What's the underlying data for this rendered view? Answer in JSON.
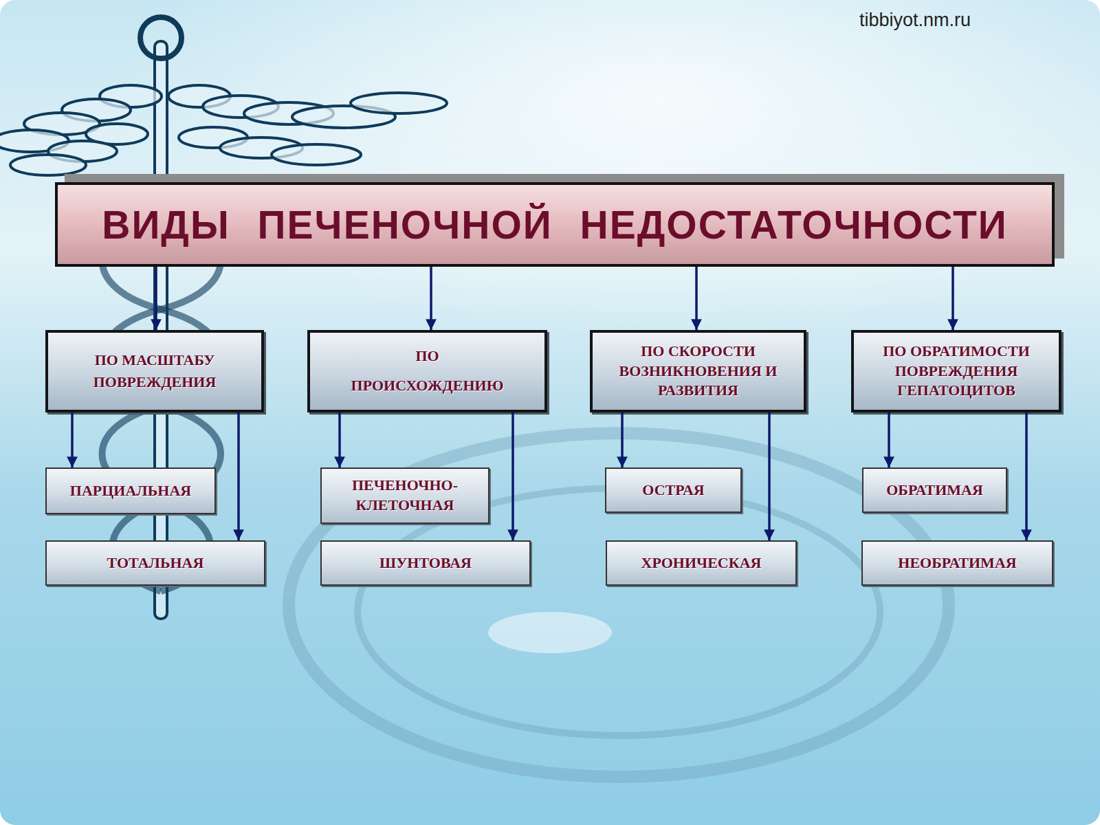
{
  "diagram": {
    "nodes": [
      {
        "text": [
          "ВИДЫ ПЕЧЕНОЧНОЙ НЕДОСТАТОЧНОСТИ"
        ]
      },
      {
        "text": [
          "ПО МАСШТАБУ ПОВРЕЖДЕНИЯ"
        ]
      },
      {
        "text": [
          "ПО ПРОИСХОЖДЕНИЮ"
        ]
      },
      {
        "text": [
          "ПО СКОРОСТИ ВОЗНИКНОВЕНИЯ И РАЗВИТИЯ"
        ]
      },
      {
        "text": [
          "ПО ОБРАТИМОСТИ ПОВРЕЖДЕНИЯ ГЕПАТОЦИТОВ"
        ]
      },
      {
        "text": [
          "ПАРЦИАЛЬНАЯ"
        ]
      },
      {
        "text": [
          "ПЕЧЕНОЧНО- КЛЕТОЧНАЯ"
        ]
      },
      {
        "text": [
          "ОСТРАЯ"
        ]
      },
      {
        "text": [
          "ОБРАТИМАЯ"
        ]
      },
      {
        "text": [
          "ТОТАЛЬНАЯ"
        ]
      },
      {
        "text": [
          "ШУНТОВАЯ"
        ]
      },
      {
        "text": [
          "ХРОНИЧЕСКАЯ"
        ]
      },
      {
        "text": [
          "НЕОБРАТИМАЯ"
        ]
      }
    ],
    "edges": [
      {
        "from": 0,
        "to": 1,
        "arrow": "to"
      },
      {
        "from": 0,
        "to": 2,
        "arrow": "to"
      },
      {
        "from": 0,
        "to": 3,
        "arrow": "to"
      },
      {
        "from": 0,
        "to": 4,
        "arrow": "to"
      },
      {
        "from": 1,
        "to": 5,
        "arrow": "to"
      },
      {
        "from": 1,
        "to": 9,
        "arrow": "to"
      },
      {
        "from": 2,
        "to": 6,
        "arrow": "to"
      },
      {
        "from": 2,
        "to": 10,
        "arrow": "to"
      },
      {
        "from": 3,
        "to": 7,
        "arrow": "to"
      },
      {
        "from": 3,
        "to": 11,
        "arrow": "to"
      },
      {
        "from": 4,
        "to": 8,
        "arrow": "to"
      },
      {
        "from": 4,
        "to": 12,
        "arrow": "to"
      }
    ],
    "labels": [
      "tibbiyot.nm.ru"
    ]
  }
}
